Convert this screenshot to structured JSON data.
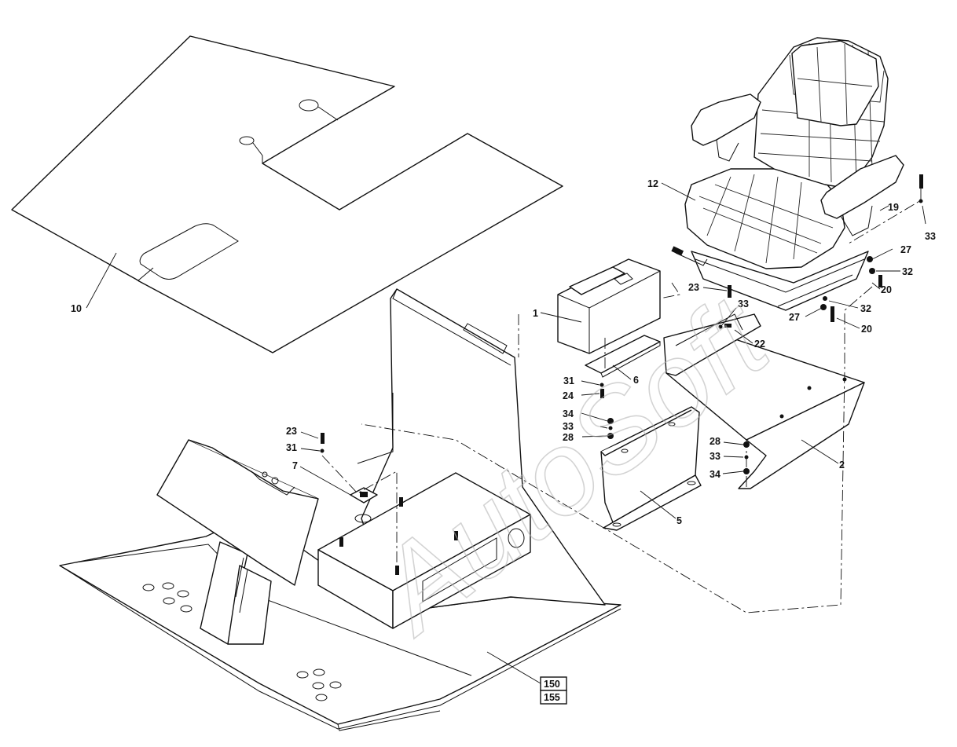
{
  "watermark": "AutoSoft",
  "callouts": [
    {
      "id": "c10",
      "label": "10"
    },
    {
      "id": "c12",
      "label": "12"
    },
    {
      "id": "c1",
      "label": "1"
    },
    {
      "id": "c19",
      "label": "19"
    },
    {
      "id": "c33a",
      "label": "33"
    },
    {
      "id": "c27a",
      "label": "27"
    },
    {
      "id": "c32a",
      "label": "32"
    },
    {
      "id": "c20a",
      "label": "20"
    },
    {
      "id": "c32b",
      "label": "32"
    },
    {
      "id": "c27b",
      "label": "27"
    },
    {
      "id": "c20b",
      "label": "20"
    },
    {
      "id": "c23a",
      "label": "23"
    },
    {
      "id": "c33b",
      "label": "33"
    },
    {
      "id": "c22",
      "label": "22"
    },
    {
      "id": "c6",
      "label": "6"
    },
    {
      "id": "c31a",
      "label": "31"
    },
    {
      "id": "c24",
      "label": "24"
    },
    {
      "id": "c34a",
      "label": "34"
    },
    {
      "id": "c33c",
      "label": "33"
    },
    {
      "id": "c28a",
      "label": "28"
    },
    {
      "id": "c23b",
      "label": "23"
    },
    {
      "id": "c31b",
      "label": "31"
    },
    {
      "id": "c7",
      "label": "7"
    },
    {
      "id": "c28b",
      "label": "28"
    },
    {
      "id": "c33d",
      "label": "33"
    },
    {
      "id": "c34b",
      "label": "34"
    },
    {
      "id": "c2",
      "label": "2"
    },
    {
      "id": "c5",
      "label": "5"
    }
  ],
  "references": [
    "150",
    "155"
  ]
}
